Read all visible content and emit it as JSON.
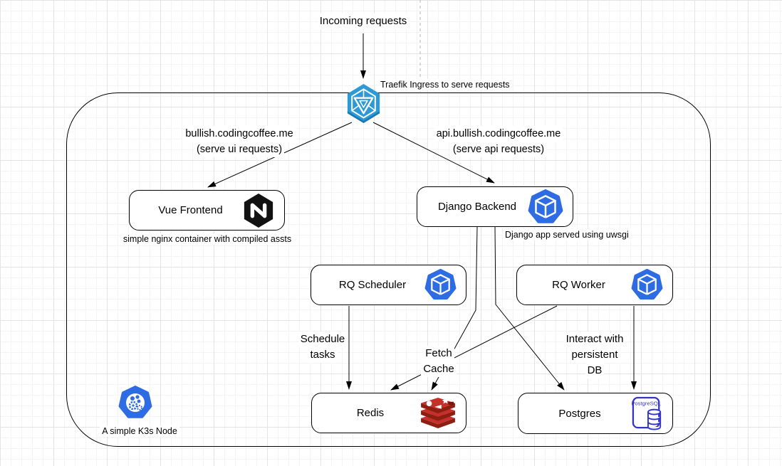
{
  "header": {
    "incoming_label": "Incoming requests",
    "ingress_caption": "Traefik Ingress to serve requests"
  },
  "branches": {
    "ui": {
      "line1": "bullish.codingcoffee.me",
      "line2": "(serve ui requests)"
    },
    "api": {
      "line1": "api.bullish.codingcoffee.me",
      "line2": "(serve api requests)"
    }
  },
  "nodes": {
    "vue": {
      "label": "Vue Frontend",
      "caption": "simple nginx container with compiled assts"
    },
    "django": {
      "label": "Django Backend",
      "caption": "Django app served using uwsgi"
    },
    "rq_scheduler": {
      "label": "RQ Scheduler"
    },
    "rq_worker": {
      "label": "RQ Worker"
    },
    "redis": {
      "label": "Redis"
    },
    "postgres": {
      "label": "Postgres",
      "icon_label": "PostgreSQL"
    }
  },
  "edge_labels": {
    "schedule": {
      "line1": "Schedule",
      "line2": "tasks"
    },
    "fetch": {
      "line1": "Fetch",
      "line2": "Cache"
    },
    "interact": {
      "line1": "Interact with",
      "line2": "persistent",
      "line3": "DB"
    }
  },
  "k3s": {
    "caption": "A simple K3s Node"
  },
  "icons": {
    "traefik": "traefik-ingress-icon",
    "nginx": "nginx-icon",
    "container": "container-cube-icon",
    "redis": "redis-icon",
    "postgres": "postgresql-icon",
    "k3s": "k3s-node-icon"
  },
  "colors": {
    "k8s_blue": "#2e6ce4",
    "traefik_blue": "#2d9ad5",
    "redis_red": "#c6302b",
    "redis_dark": "#8e1d12",
    "nginx_black": "#121212",
    "postgres_blue": "#3334c8",
    "edge_black": "#000000",
    "grid_minor": "#f4f4f4",
    "grid_major": "#e4e4e4"
  }
}
